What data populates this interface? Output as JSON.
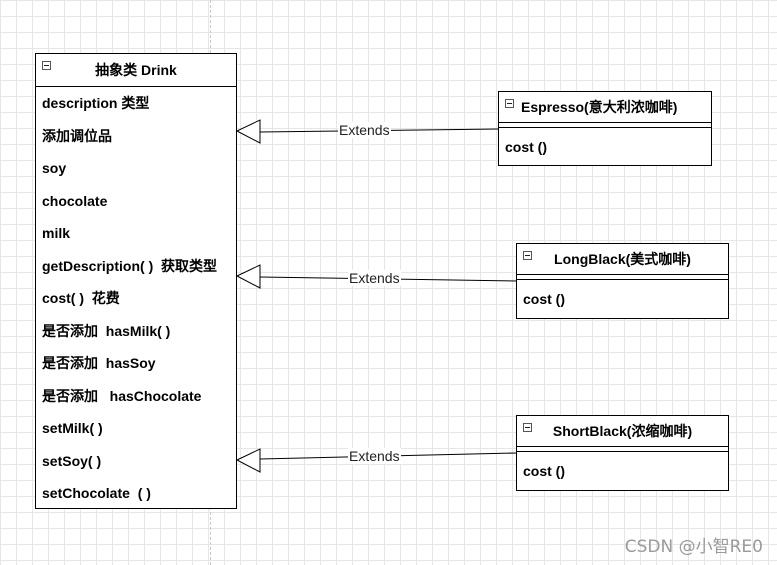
{
  "drink": {
    "title": "抽象类 Drink",
    "members": [
      "description 类型",
      "添加调位品",
      "soy",
      "chocolate",
      "milk",
      "getDescription( )  获取类型",
      "cost( )  花费",
      "是否添加  hasMilk( )",
      "是否添加  hasSoy",
      "是否添加   hasChocolate",
      "setMilk( )",
      "setSoy( )",
      "setChocolate  ( )"
    ]
  },
  "espresso": {
    "title": "Espresso(意大利浓咖啡)",
    "method": "cost ()"
  },
  "longblack": {
    "title": "LongBlack(美式咖啡)",
    "method": "cost ()"
  },
  "shortblack": {
    "title": "ShortBlack(浓缩咖啡)",
    "method": "cost ()"
  },
  "edges": {
    "espresso_label": "Extends",
    "longblack_label": "Extends",
    "shortblack_label": "Extends"
  },
  "watermark": "CSDN @小智RE0"
}
